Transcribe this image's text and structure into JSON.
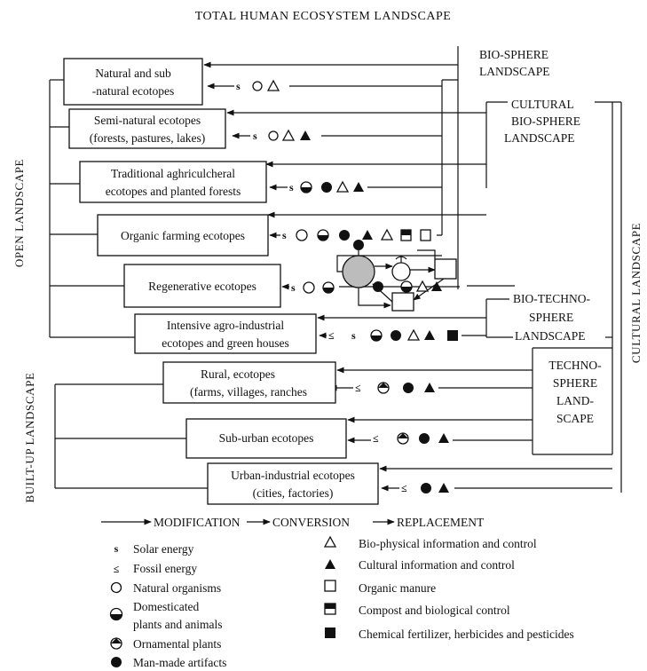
{
  "title": "TOTAL HUMAN ECOSYSTEM LANDSCAPE",
  "landscapes": {
    "biosphere": [
      "BIO-SPHERE",
      "LANDSCAPE"
    ],
    "cultural_biosphere": [
      "CULTURAL",
      "BIO-SPHERE",
      "LANDSCAPE"
    ],
    "bio_techno": [
      "BIO-TECHNO-",
      "SPHERE",
      "LANDSCAPE"
    ],
    "techno": [
      "TECHNO-",
      "SPHERE",
      "LAND-",
      "SCAPE"
    ],
    "cultural": "CULTURAL LANDSCAPE",
    "open": "OPEN LANDSCAPE",
    "built_up": "BUILT-UP LANDSCAPE"
  },
  "ecotopes": [
    {
      "id": "natural",
      "lines": [
        "Natural and sub",
        "-natural ecotopes"
      ]
    },
    {
      "id": "semi-natural",
      "lines": [
        "Semi-natural ecotopes",
        "(forests, pastures, lakes)"
      ]
    },
    {
      "id": "traditional",
      "lines": [
        "Traditional aghriculcheral",
        "ecotopes and planted forests"
      ]
    },
    {
      "id": "organic",
      "lines": [
        "Organic farming ecotopes"
      ]
    },
    {
      "id": "regenerative",
      "lines": [
        "Regenerative ecotopes"
      ]
    },
    {
      "id": "intensive",
      "lines": [
        "Intensive agro-industrial",
        "ecotopes and green houses"
      ]
    },
    {
      "id": "rural",
      "lines": [
        "Rural, ecotopes",
        "(farms, villages, ranches"
      ]
    },
    {
      "id": "sub-urban",
      "lines": [
        "Sub-urban ecotopes"
      ]
    },
    {
      "id": "urban",
      "lines": [
        "Urban-industrial ecotopes",
        "(cities, factories)"
      ]
    }
  ],
  "flow_legend": [
    "MODIFICATION",
    "CONVERSION",
    "REPLACEMENT"
  ],
  "symbol_glyphs": {
    "solar": "s",
    "fossil": "≤"
  },
  "legend": {
    "left": [
      {
        "icon": "solar-energy",
        "lines": [
          "Solar energy"
        ]
      },
      {
        "icon": "fossil-energy",
        "lines": [
          "Fossil energy"
        ]
      },
      {
        "icon": "natural-organisms",
        "lines": [
          "Natural organisms"
        ]
      },
      {
        "icon": "domesticated",
        "lines": [
          "Domesticated",
          "plants and animals"
        ]
      },
      {
        "icon": "ornamental",
        "lines": [
          "Ornamental plants"
        ]
      },
      {
        "icon": "man-made",
        "lines": [
          "Man-made artifacts"
        ]
      }
    ],
    "right": [
      {
        "icon": "bio-physical",
        "lines": [
          "Bio-physical information and control"
        ]
      },
      {
        "icon": "cultural-info",
        "lines": [
          "Cultural information and control"
        ]
      },
      {
        "icon": "organic-manure",
        "lines": [
          "Organic manure"
        ]
      },
      {
        "icon": "compost",
        "lines": [
          "Compost and biological control"
        ]
      },
      {
        "icon": "chemical",
        "lines": [
          "Chemical fertilizer, herbicides and pesticides"
        ]
      }
    ]
  },
  "colors": {
    "ink": "#111111",
    "regenerative_fill": "#bcbcbc"
  }
}
